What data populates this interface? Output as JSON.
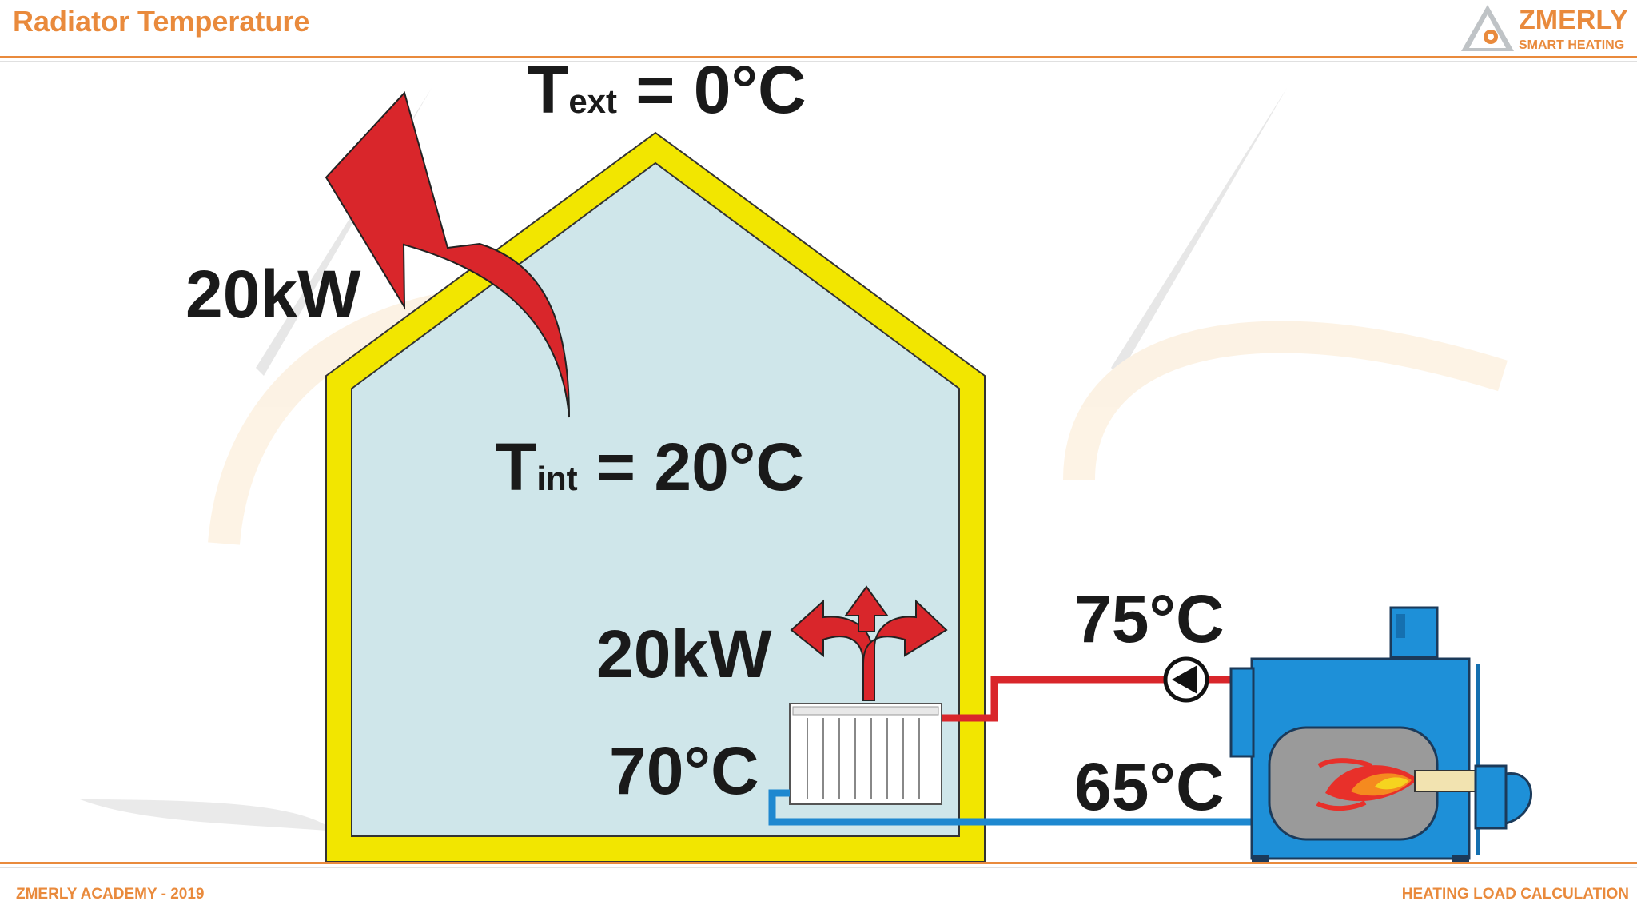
{
  "header": {
    "title": "Radiator Temperature"
  },
  "logo": {
    "name": "ZMERLY",
    "tagline": "SMART HEATING"
  },
  "footer": {
    "left": "ZMERLY ACADEMY - 2019",
    "right": "HEATING LOAD CALCULATION"
  },
  "labels": {
    "t_ext_symbol": "T",
    "t_ext_sub": "ext",
    "t_ext_value": " = 0°C",
    "t_int_symbol": "T",
    "t_int_sub": "int",
    "t_int_value": " = 20°C",
    "heat_loss": "20kW",
    "radiator_output": "20kW",
    "radiator_temp": "70°C",
    "supply_temp": "75°C",
    "return_temp": "65°C"
  },
  "colors": {
    "accent": "#e98a3c",
    "house_wall": "#f2e600",
    "house_interior": "#cfe6ea",
    "heat_arrow": "#d9262b",
    "supply_pipe": "#d9262b",
    "return_pipe": "#1e88d0",
    "boiler": "#1e90d8"
  }
}
